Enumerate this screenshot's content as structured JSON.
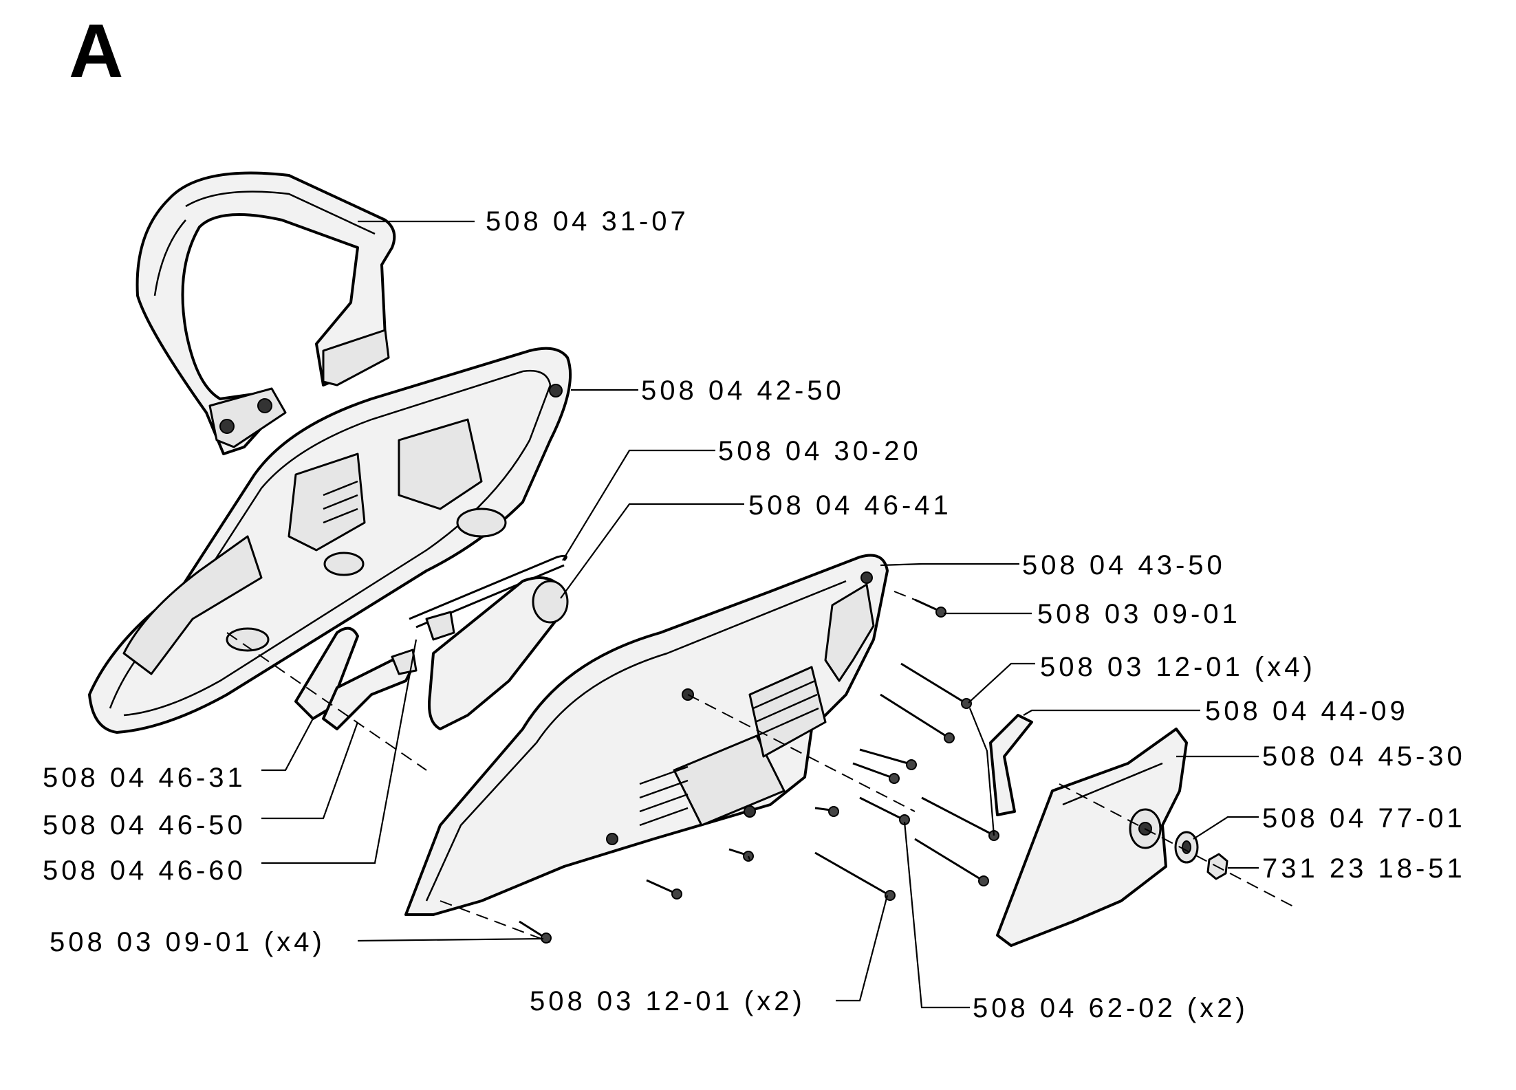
{
  "sheet_letter": "A",
  "labels": {
    "front_handle": "508 04 31-07",
    "left_cover": "508 04 42-50",
    "wire_spring": "508 04 30-20",
    "brake_lever": "508 04 46-41",
    "right_cover": "508 04 43-50",
    "screw_top": "508 03 09-01",
    "screw_long_x4": "508 03 12-01 (x4)",
    "bracket": "508 04 44-09",
    "chain_cover": "508 04 45-30",
    "washer": "508 04 77-01",
    "nut": "731 23 18-51",
    "latch_a": "508 04 46-31",
    "latch_b": "508 04 46-50",
    "latch_c": "508 04 46-60",
    "screw_x4": "508 03 09-01 (x4)",
    "screw_long_x2": "508 03 12-01 (x2)",
    "spacer_x2": "508 04 62-02 (x2)"
  }
}
